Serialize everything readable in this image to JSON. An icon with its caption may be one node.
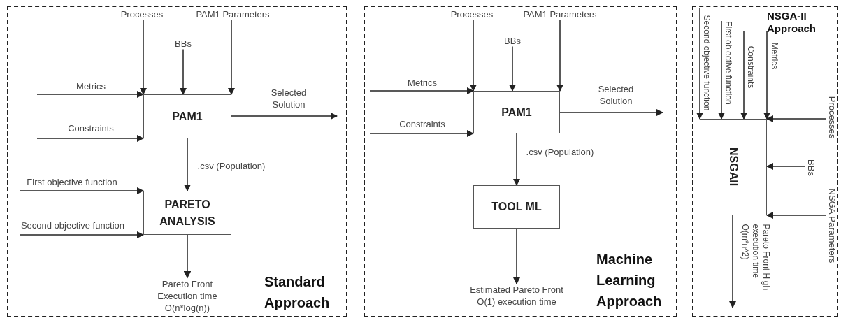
{
  "diagram": {
    "nodes": [
      {
        "text": [
          "Standard Approach"
        ]
      },
      {
        "text": [
          "Processes"
        ],
        "in": 0
      },
      {
        "text": [
          "PAM1 Parameters"
        ],
        "in": 0
      },
      {
        "text": [
          "BBs"
        ],
        "in": 0
      },
      {
        "text": [
          "PAM1"
        ],
        "in": 0
      },
      {
        "text": [
          "PARETO ANALYSIS"
        ],
        "in": 0
      },
      {
        "text": [
          "Pareto Front Execution time O(n*log(n))"
        ],
        "in": 0
      },
      {
        "text": [
          "Machine Learning Approach"
        ]
      },
      {
        "text": [
          "Processes"
        ],
        "in": 7
      },
      {
        "text": [
          "PAM1 Parameters"
        ],
        "in": 7
      },
      {
        "text": [
          "BBs"
        ],
        "in": 7
      },
      {
        "text": [
          "PAM1"
        ],
        "in": 7
      },
      {
        "text": [
          "TOOL ML"
        ],
        "in": 7
      },
      {
        "text": [
          "Estimated Pareto Front O(1) execution time"
        ],
        "in": 7
      },
      {
        "text": [
          "NSGA-II Approach"
        ]
      },
      {
        "text": [
          "NSGAII"
        ],
        "in": 14
      },
      {
        "text": [
          "Processes"
        ],
        "in": 14
      },
      {
        "text": [
          "BBs"
        ],
        "in": 14
      },
      {
        "text": [
          "NSGA Parameters"
        ],
        "in": 14
      }
    ],
    "edges": [
      {
        "from": 1,
        "to": 4,
        "arrow": "to"
      },
      {
        "from": 3,
        "to": 4,
        "arrow": "to"
      },
      {
        "from": 2,
        "to": 4,
        "arrow": "to"
      },
      {
        "from": null,
        "to": 4,
        "arrow": "to",
        "label": "Metrics"
      },
      {
        "from": null,
        "to": 4,
        "arrow": "to",
        "label": "Constraints"
      },
      {
        "from": 4,
        "to": null,
        "arrow": "to",
        "label": "Selected Solution"
      },
      {
        "from": 4,
        "to": 5,
        "arrow": "to",
        "label": ".csv (Population)"
      },
      {
        "from": null,
        "to": 5,
        "arrow": "to",
        "label": "First objective function"
      },
      {
        "from": null,
        "to": 5,
        "arrow": "to",
        "label": "Second objective function"
      },
      {
        "from": 5,
        "to": 6,
        "arrow": "to"
      },
      {
        "from": 8,
        "to": 11,
        "arrow": "to"
      },
      {
        "from": 10,
        "to": 11,
        "arrow": "to"
      },
      {
        "from": 9,
        "to": 11,
        "arrow": "to"
      },
      {
        "from": null,
        "to": 11,
        "arrow": "to",
        "label": "Metrics"
      },
      {
        "from": null,
        "to": 11,
        "arrow": "to",
        "label": "Constraints"
      },
      {
        "from": 11,
        "to": null,
        "arrow": "to",
        "label": "Selected Solution"
      },
      {
        "from": 11,
        "to": 12,
        "arrow": "to",
        "label": ".csv (Population)"
      },
      {
        "from": 12,
        "to": 13,
        "arrow": "to"
      },
      {
        "from": null,
        "to": 15,
        "arrow": "to",
        "label": "Second objective function"
      },
      {
        "from": null,
        "to": 15,
        "arrow": "to",
        "label": "First objective function"
      },
      {
        "from": null,
        "to": 15,
        "arrow": "to",
        "label": "Constraints"
      },
      {
        "from": null,
        "to": 15,
        "arrow": "to",
        "label": "Metrics"
      },
      {
        "from": 16,
        "to": 15,
        "arrow": "to"
      },
      {
        "from": 17,
        "to": 15,
        "arrow": "to"
      },
      {
        "from": 18,
        "to": 15,
        "arrow": "to"
      },
      {
        "from": 15,
        "to": null,
        "arrow": "to",
        "label": "Pareto Front High execution time O(m*n^2)"
      }
    ]
  }
}
